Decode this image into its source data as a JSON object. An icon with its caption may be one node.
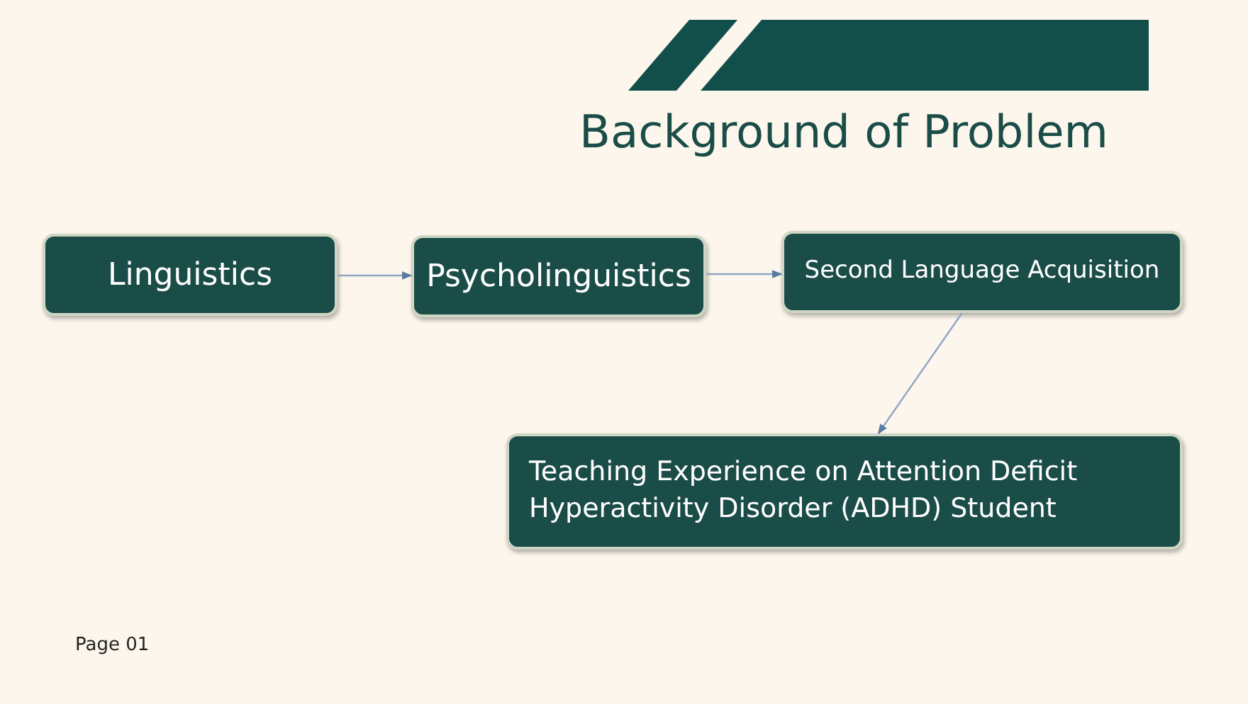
{
  "diagram": {
    "title": "Background of Problem",
    "nodes": [
      {
        "text": [
          "Linguistics"
        ]
      },
      {
        "text": [
          "Psycholinguistics"
        ]
      },
      {
        "text": [
          "Second Language Acquisition"
        ]
      },
      {
        "text": [
          "Teaching Experience on Attention Deficit Hyperactivity Disorder (ADHD) Student"
        ]
      }
    ],
    "edges": [
      {
        "from": 0,
        "to": 1,
        "arrow": "to"
      },
      {
        "from": 1,
        "to": 2,
        "arrow": "to"
      },
      {
        "from": 2,
        "to": 3,
        "arrow": "to"
      }
    ],
    "labels": [
      "Page 01"
    ]
  }
}
